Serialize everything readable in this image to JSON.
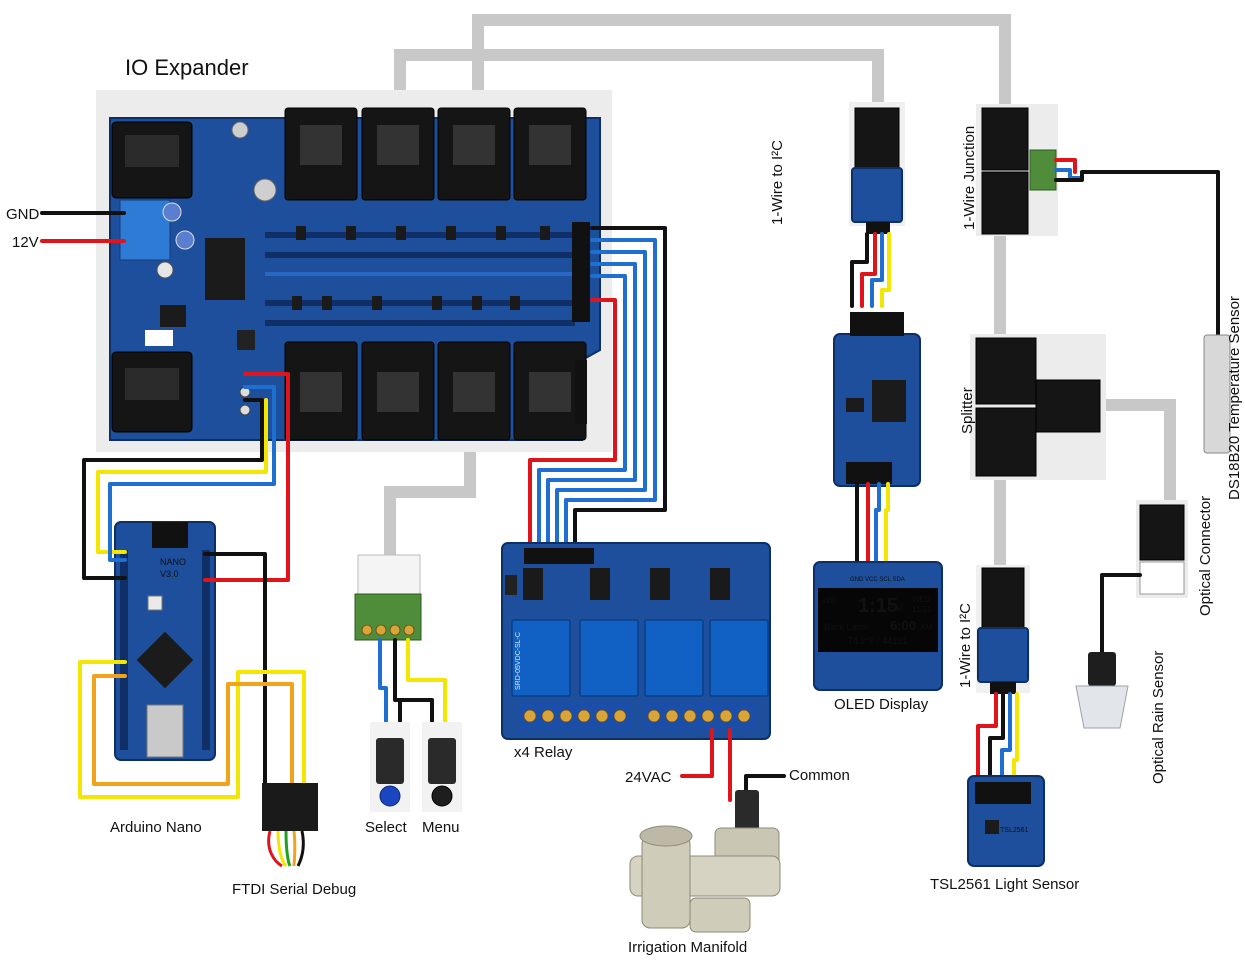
{
  "labels": {
    "io_expander": "IO Expander",
    "gnd": "GND",
    "v12": "12V",
    "arduino_nano": "Arduino Nano",
    "ftdi": "FTDI Serial Debug",
    "select": "Select",
    "menu": "Menu",
    "relay": "x4 Relay",
    "vac24": "24VAC",
    "common": "Common",
    "manifold": "Irrigation Manifold",
    "onewire_i2c_top": "1-Wire to I²C",
    "oled": "OLED Display",
    "onewire_junction": "1-Wire Junction",
    "ds18b20": "DS18B20 Temperature Sensor",
    "splitter": "Splitter",
    "onewire_i2c_bottom": "1-Wire to I²C",
    "optical_connector": "Optical Connector",
    "optical_rain": "Optical Rain Sensor",
    "tsl2561": "TSL2561 Light Sensor"
  },
  "oled_screen": {
    "version": "v10",
    "time": "1:15",
    "ampm": "PM",
    "day": "WED",
    "date": "11/21",
    "zone": "Back Lawn",
    "next": "6:00",
    "next_ampm": "AM",
    "reading": "74.2°F / 44231"
  },
  "board_text": {
    "nano_model": "NANO",
    "nano_version": "V3.0",
    "relay_rating": "SRD-05VDC-SL-C",
    "tsl_chip": "TSL2561",
    "oled_pins": "GND VCC SCL SDA"
  },
  "colors": {
    "pcb": "#1d4f9c",
    "wire_red": "#e0141b",
    "wire_black": "#111111",
    "wire_blue": "#1f6fd0",
    "wire_yellow": "#f3e600",
    "wire_orange": "#f2a31c",
    "cable_gray": "#c8c8c8"
  }
}
